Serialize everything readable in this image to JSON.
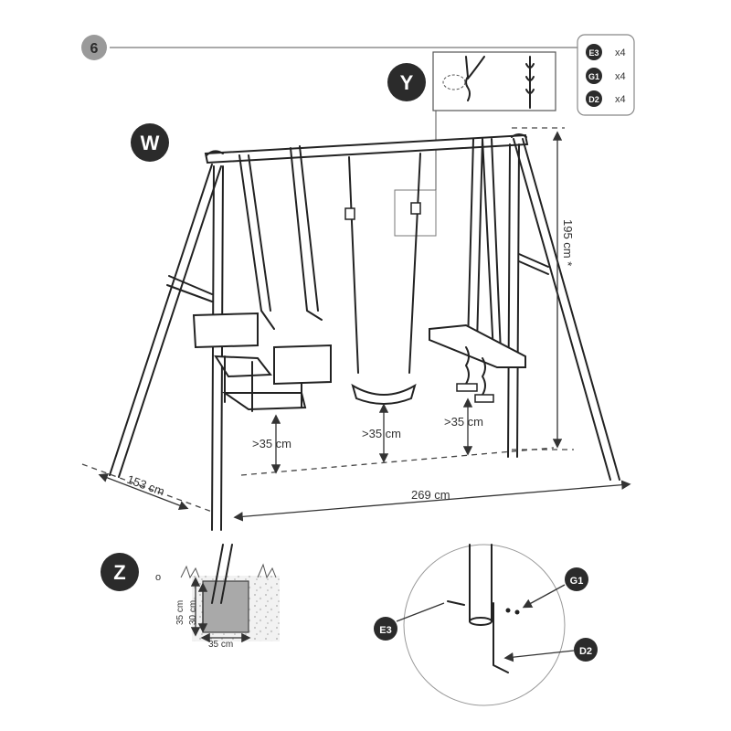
{
  "step": {
    "number": "6"
  },
  "callouts": {
    "w": "W",
    "y": "Y",
    "z": "Z"
  },
  "parts_list": [
    {
      "code": "E3",
      "qty": "x4"
    },
    {
      "code": "G1",
      "qty": "x4"
    },
    {
      "code": "D2",
      "qty": "x4"
    }
  ],
  "dimensions": {
    "height": "195 cm *",
    "width": "269 cm",
    "depth": "153 cm",
    "clearance_glider": ">35 cm",
    "clearance_swing": ">35 cm",
    "clearance_seesaw": ">35 cm"
  },
  "anchor_detail": {
    "label_o": "o",
    "hole_depth": "35 cm",
    "concrete_depth": "30 cm",
    "hole_width": "35 cm"
  },
  "stake_detail": {
    "e3": "E3",
    "g1": "G1",
    "d2": "D2"
  },
  "colors": {
    "ink": "#222222",
    "badge": "#2b2b2b",
    "grey_badge": "#9a9a9a",
    "concrete": "#a9a9a9"
  }
}
